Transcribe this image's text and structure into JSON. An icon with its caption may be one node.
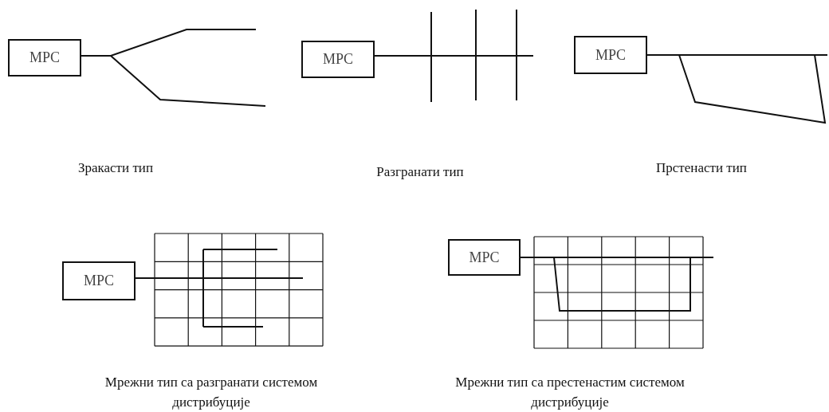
{
  "diagram": {
    "nodes": [
      {
        "text": [
          "МРС"
        ]
      },
      {
        "text": [
          "МРС"
        ]
      },
      {
        "text": [
          "МРС"
        ]
      },
      {
        "text": [
          "МРС"
        ]
      },
      {
        "text": [
          "МРС"
        ]
      }
    ],
    "labels": [
      "Зракасти тип",
      "Разгранати тип",
      "Прстенасти тип",
      "Мрежни тип са разгранати системом дистрибуције",
      "Мрежни тип са престенастим системом дистрибуције"
    ]
  }
}
